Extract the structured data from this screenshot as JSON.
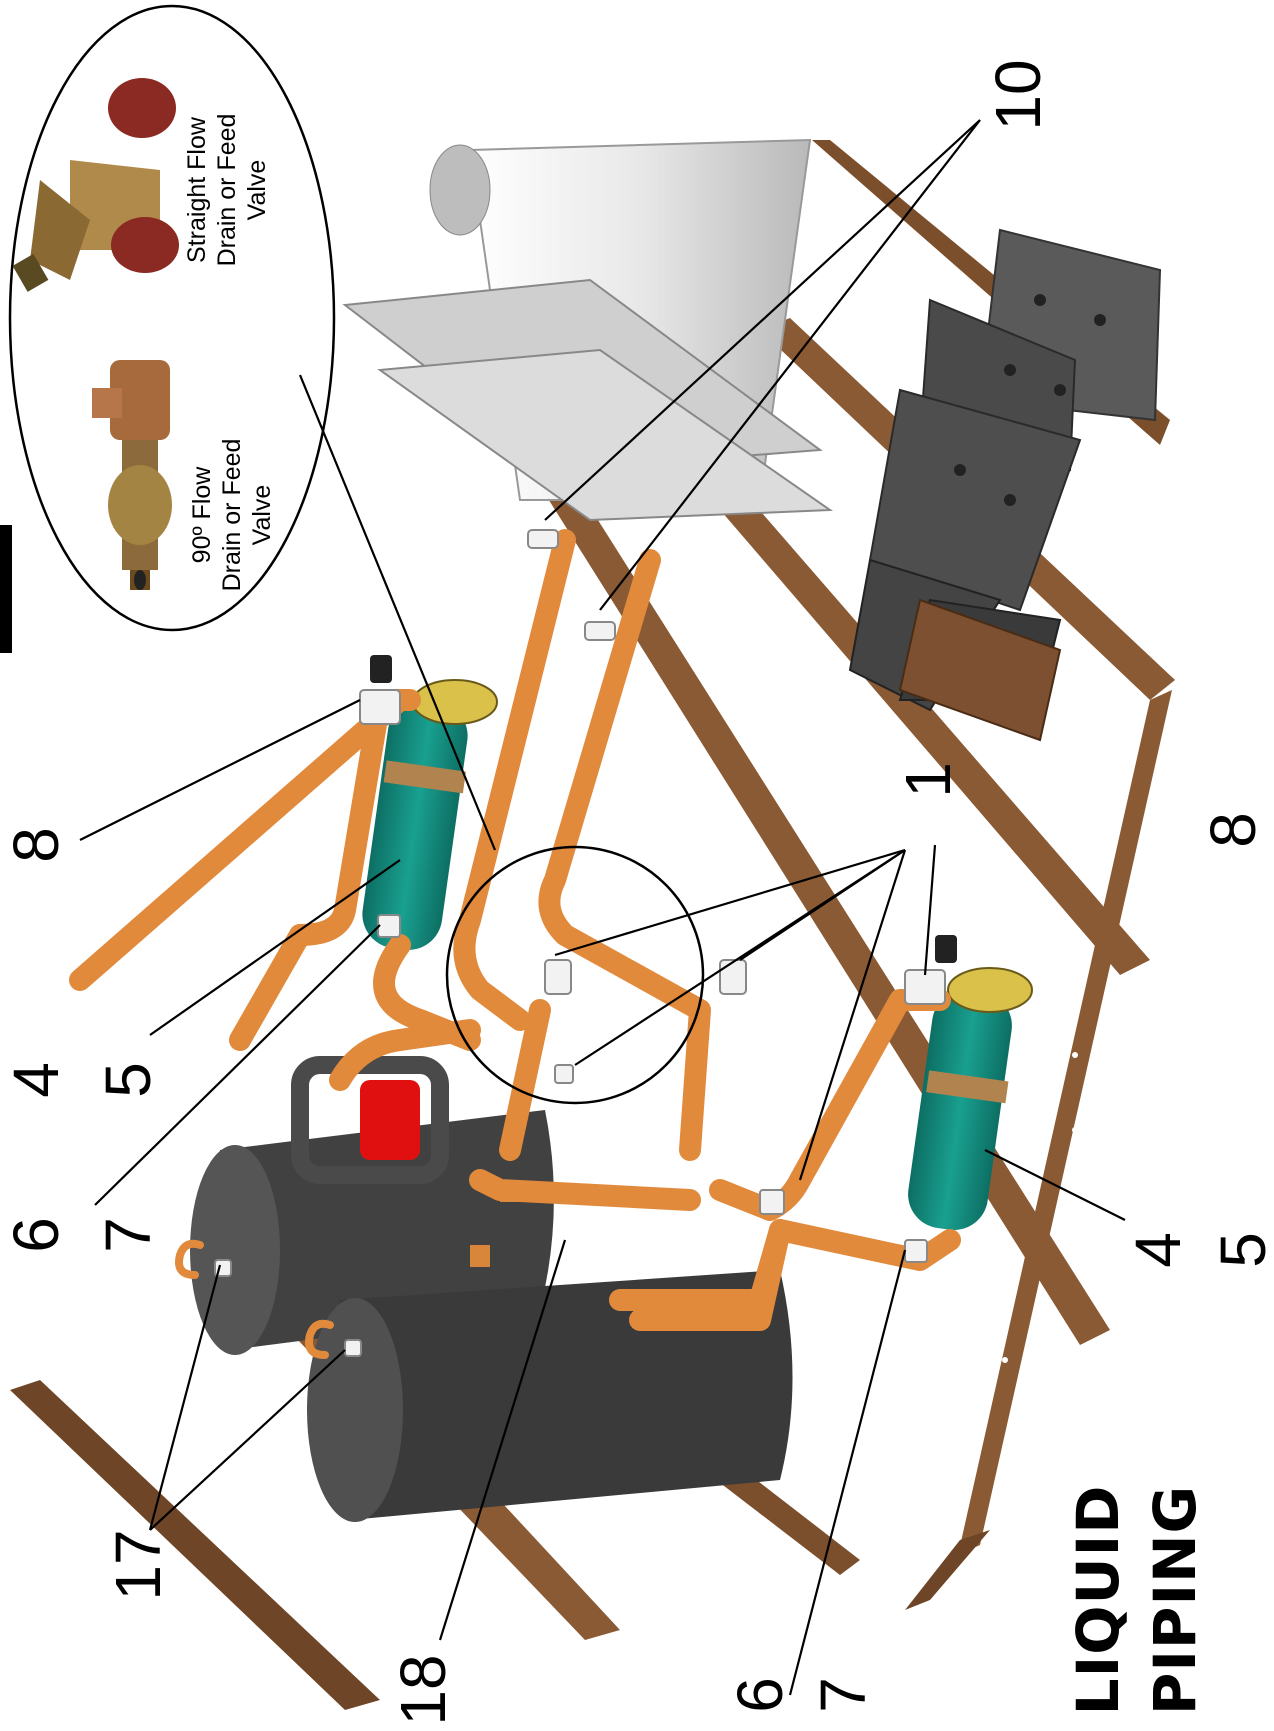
{
  "title": {
    "line1": "LIQUID",
    "line2": "PIPING"
  },
  "inset": {
    "valves": [
      {
        "name": "90-flow-valve",
        "lines": [
          "90º Flow",
          "Drain or Feed",
          "Valve"
        ]
      },
      {
        "name": "straight-flow-valve",
        "lines": [
          "Straight Flow",
          "Drain or Feed",
          "Valve"
        ]
      }
    ]
  },
  "callouts": {
    "c10": "10",
    "c1": "1",
    "c8_top": "8",
    "c8_right": "8",
    "c4_top": "4",
    "c5_top": "5",
    "c6_top": "6",
    "c7_top": "7",
    "c4_right": "4",
    "c5_right": "5",
    "c17": "17",
    "c18": "18",
    "c6_bottom": "6",
    "c7_bottom": "7"
  },
  "colors": {
    "frame_brown": "#8a5a34",
    "copper_pipe": "#e28a3c",
    "filter_green": "#13857a",
    "receiver_gray": "#3c3c3c",
    "vessel_white": "#e6e6e6",
    "compressor_dark": "#4a4a4a"
  }
}
